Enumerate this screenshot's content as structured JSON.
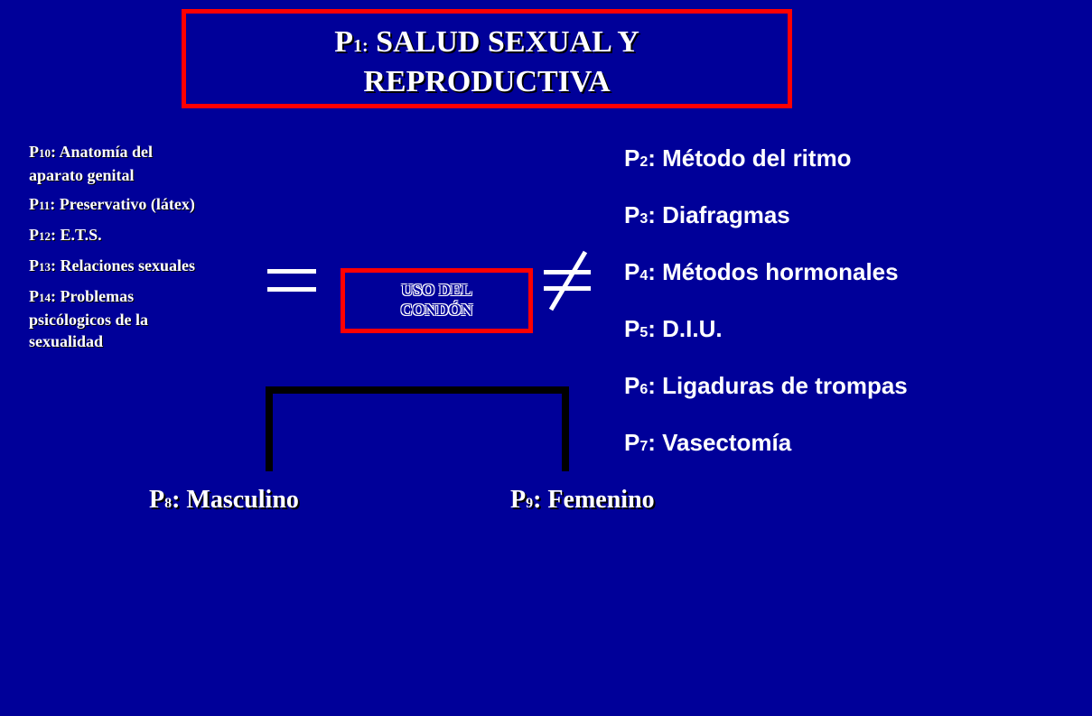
{
  "title": {
    "p": "P",
    "sub": "1:",
    "line1": " SALUD SEXUAL Y",
    "line2": "REPRODUCTIVA"
  },
  "left_items": [
    {
      "p": "P",
      "sub": "10",
      "text": ": Anatomía del aparato genital"
    },
    {
      "p": "P",
      "sub": "11",
      "text": ": Preservativo (látex)"
    },
    {
      "p": "P",
      "sub": "12",
      "text": ": E.T.S."
    },
    {
      "p": "P",
      "sub": "13",
      "text": ": Relaciones sexuales"
    },
    {
      "p": "P",
      "sub": "14",
      "text": ": Problemas psicólogicos de la sexualidad"
    }
  ],
  "center": {
    "line1": "USO DEL",
    "line2": "CONDÓN"
  },
  "right_items": [
    {
      "p": "P",
      "sub": "2",
      "text": ": Método del ritmo"
    },
    {
      "p": "P",
      "sub": "3",
      "text": ": Diafragmas"
    },
    {
      "p": "P",
      "sub": "4",
      "text": ": Métodos hormonales"
    },
    {
      "p": "P",
      "sub": "5",
      "text": ": D.I.U."
    },
    {
      "p": "P",
      "sub": "6",
      "text": ": Ligaduras de trompas"
    },
    {
      "p": "P",
      "sub": "7",
      "text": ": Vasectomía"
    }
  ],
  "bottom": {
    "left": {
      "p": "P",
      "sub": "8",
      "text": ": Masculino"
    },
    "right": {
      "p": "P",
      "sub": "9",
      "text": ": Femenino"
    }
  },
  "colors": {
    "background": "#000099",
    "frame": "#ff0000",
    "text": "#ffffff",
    "lines": "#000000"
  },
  "icons": {
    "equals": "equals-sign-icon",
    "not_equal": "not-equal-sign-icon"
  }
}
